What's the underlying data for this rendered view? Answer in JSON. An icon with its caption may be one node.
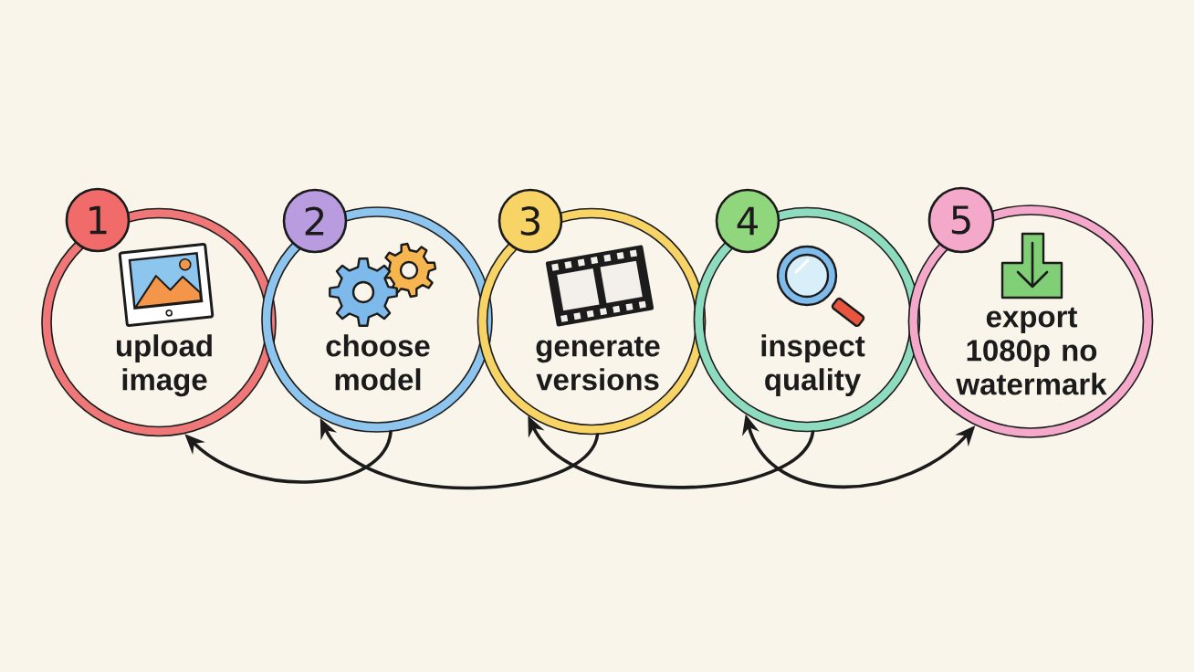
{
  "diagram": {
    "nodes": [
      {
        "text": [
          "1"
        ]
      },
      {
        "text": [
          "upload image"
        ]
      },
      {
        "text": [
          "2"
        ]
      },
      {
        "text": [
          "choose model"
        ]
      },
      {
        "text": [
          "3"
        ]
      },
      {
        "text": [
          "generate versions"
        ]
      },
      {
        "text": [
          "4"
        ]
      },
      {
        "text": [
          "inspect quality"
        ]
      },
      {
        "text": [
          "5"
        ]
      },
      {
        "text": [
          "export 1080p no watermark"
        ]
      }
    ],
    "edges": [
      {
        "from": 3,
        "to": 1,
        "arrow": "to"
      },
      {
        "from": 5,
        "to": 3,
        "arrow": "to"
      },
      {
        "from": 7,
        "to": 5,
        "arrow": "to"
      },
      {
        "from": 7,
        "to": 9,
        "arrow": "both"
      }
    ]
  }
}
